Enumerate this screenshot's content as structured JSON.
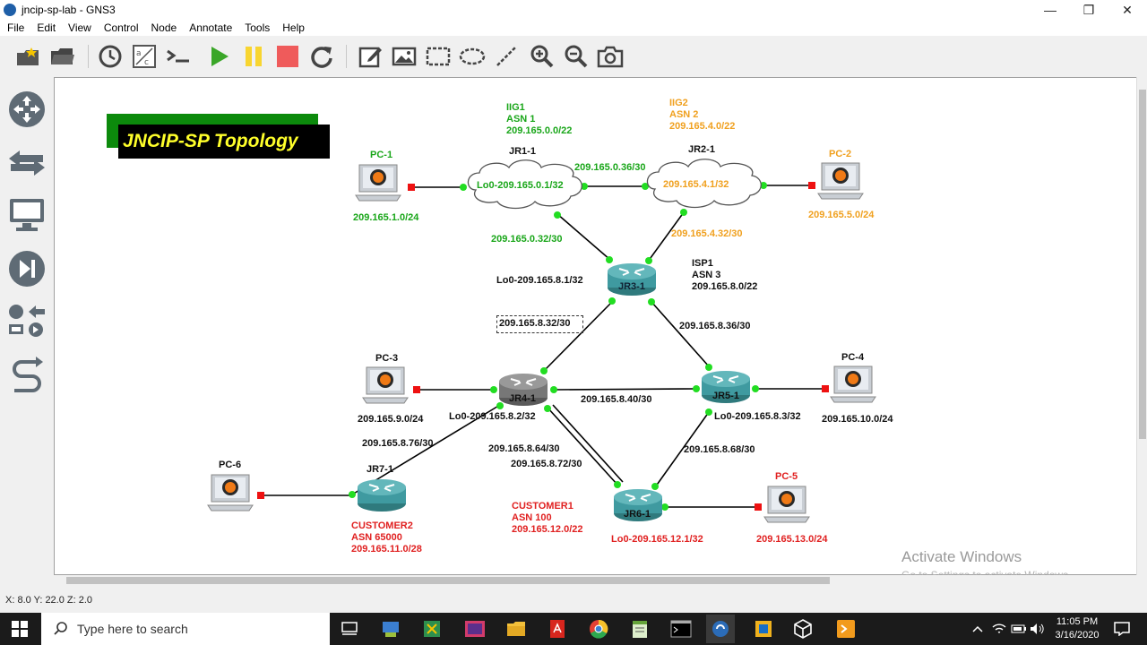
{
  "window": {
    "title": "jncip-sp-lab - GNS3",
    "minimize": "—",
    "restore": "❐",
    "close": "✕"
  },
  "menu": [
    "File",
    "Edit",
    "View",
    "Control",
    "Node",
    "Annotate",
    "Tools",
    "Help"
  ],
  "toolbar": {
    "icons": [
      "new-project-icon",
      "open-folder-icon",
      "snapshot-clock-icon",
      "show-interface-labels-icon",
      "console-icon",
      "start-all-icon",
      "suspend-all-icon",
      "stop-all-icon",
      "reload-icon",
      "add-note-icon",
      "insert-picture-icon",
      "draw-rectangle-icon",
      "draw-ellipse-icon",
      "draw-line-icon",
      "zoom-in-icon",
      "zoom-out-icon",
      "screenshot-icon"
    ]
  },
  "dock": {
    "icons": [
      "routers-icon",
      "switches-icon",
      "end-devices-icon",
      "security-devices-icon",
      "all-devices-icon",
      "add-link-icon"
    ]
  },
  "topology": {
    "title": "JNCIP-SP Topology",
    "selected_label": "209.165.8.32/30",
    "colors": {
      "green": "#19a619",
      "orange": "#f0a01e",
      "black": "#111111",
      "red": "#e02020"
    },
    "nodes": {
      "pc1": {
        "name": "PC-1",
        "net": "209.165.1.0/24"
      },
      "pc2": {
        "name": "PC-2",
        "net": "209.165.5.0/24"
      },
      "pc3": {
        "name": "PC-3",
        "net": "209.165.9.0/24"
      },
      "pc4": {
        "name": "PC-4",
        "net": "209.165.10.0/24"
      },
      "pc5": {
        "name": "PC-5",
        "net": "209.165.13.0/24"
      },
      "pc6": {
        "name": "PC-6"
      },
      "jr1": {
        "name": "JR1-1",
        "lo": "Lo0-209.165.0.1/32"
      },
      "jr2": {
        "name": "JR2-1",
        "lo": "209.165.4.1/32"
      },
      "jr3": {
        "name": "JR3-1",
        "lo": "Lo0-209.165.8.1/32"
      },
      "jr4": {
        "name": "JR4-1",
        "lo": "Lo0-209.165.8.2/32"
      },
      "jr5": {
        "name": "JR5-1",
        "lo": "Lo0-209.165.8.3/32"
      },
      "jr6": {
        "name": "JR6-1",
        "lo": "Lo0-209.165.12.1/32"
      },
      "jr7": {
        "name": "JR7-1"
      }
    },
    "links": {
      "jr1_jr2": "209.165.0.36/30",
      "jr1_jr3": "209.165.0.32/30",
      "jr2_jr3": "209.165.4.32/30",
      "jr3_jr5": "209.165.8.36/30",
      "jr4_jr5": "209.165.8.40/30",
      "jr4_jr7": "209.165.8.76/30",
      "jr4_jr6_a": "209.165.8.64/30",
      "jr4_jr6_b": "209.165.8.72/30",
      "jr5_jr6": "209.165.8.68/30"
    },
    "as_blocks": {
      "iig1": [
        "IIG1",
        "ASN 1",
        "209.165.0.0/22"
      ],
      "iig2": [
        "IIG2",
        "ASN 2",
        "209.165.4.0/22"
      ],
      "isp1": [
        "ISP1",
        "ASN 3",
        "209.165.8.0/22"
      ],
      "customer1": [
        "CUSTOMER1",
        "ASN 100",
        "209.165.12.0/22"
      ],
      "customer2": [
        "CUSTOMER2",
        "ASN 65000",
        "209.165.11.0/28"
      ]
    }
  },
  "watermark": {
    "line1": "Activate Windows",
    "line2": "Go to Settings to activate Windows."
  },
  "status": "X: 8.0 Y: 22.0 Z: 2.0",
  "taskbar": {
    "search_placeholder": "Type here to search",
    "time": "11:05 PM",
    "date": "3/16/2020",
    "apps": [
      "task-view-icon",
      "network-app-icon",
      "excel-like-icon",
      "winbox-icon",
      "file-explorer-icon",
      "pdf-reader-icon",
      "chrome-icon",
      "notepad-icon",
      "terminal-icon",
      "gns3-icon",
      "outlook-icon",
      "virtualbox-icon",
      "putty-icon"
    ]
  }
}
